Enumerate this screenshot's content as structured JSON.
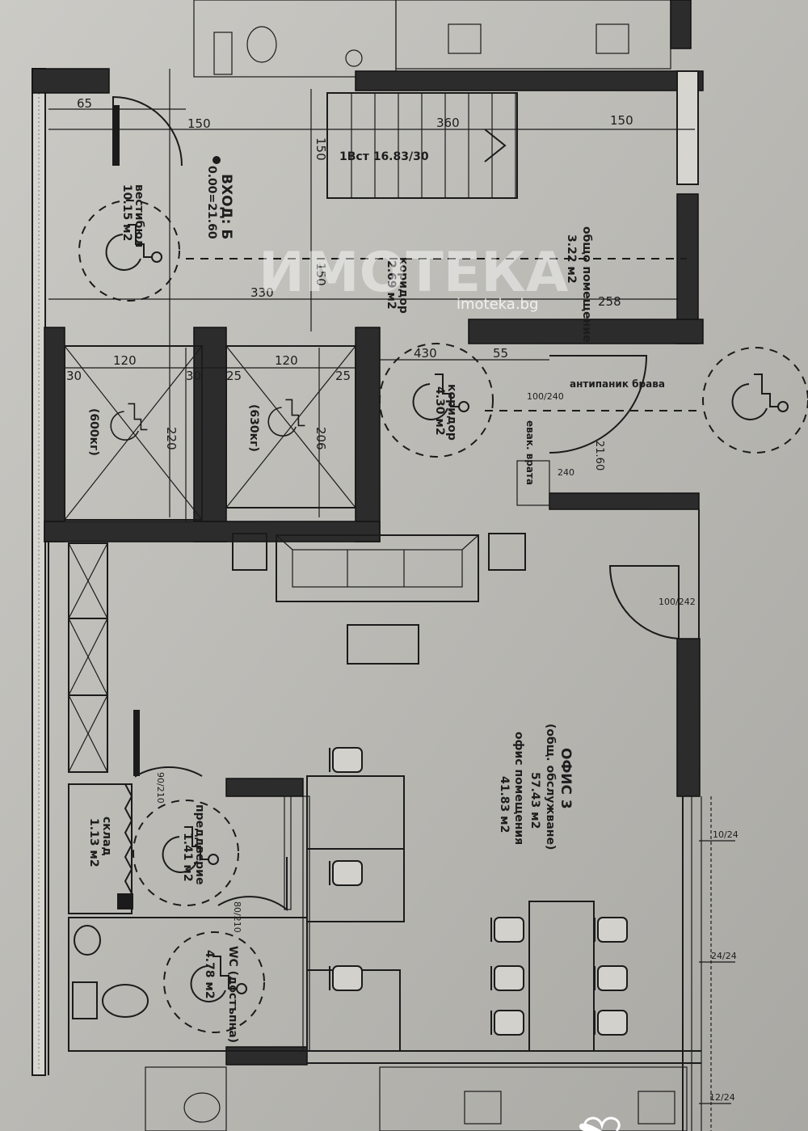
{
  "watermark": {
    "logo": "ИМОТЕКА",
    "site": "imoteka.bg"
  },
  "rooms": {
    "entrance": {
      "name": "ВХОД: Б",
      "level": "0.00=21.60"
    },
    "vestibule": {
      "name": "вестибюл",
      "area": "10.15 м2"
    },
    "stairs": {
      "label": "1Вст 16.83/30"
    },
    "corridor_top": {
      "name": "коридор",
      "area": "2.69 м2"
    },
    "common_room": {
      "name": "общо помещение",
      "area": "3.22 м2"
    },
    "corridor_mid": {
      "name": "коридор",
      "area": "4.30 м2"
    },
    "lift_left": {
      "capacity": "(600кг)"
    },
    "lift_right": {
      "capacity": "(630кг)"
    },
    "antipanic": {
      "label": "антипаник брава"
    },
    "evac_door": {
      "label": "евак. врата"
    },
    "office": {
      "name": "ОФИС 3",
      "subtitle": "(общ. обслужване)",
      "area": "57.43 м2",
      "sub_name": "офис помещения",
      "sub_area": "41.83 м2"
    },
    "storage": {
      "name": "склад",
      "area": "1.13 м2"
    },
    "anteroom": {
      "name": "преддверие",
      "area": "1.41 м2"
    },
    "wc": {
      "name": "WC (достъпна)",
      "area": "4.78 м2"
    }
  },
  "dimensions": {
    "d65": "65",
    "d150a": "150",
    "d360": "360",
    "d150b": "150",
    "d150c": "150",
    "d150d": "150",
    "d330": "330",
    "d258": "258",
    "d120a": "120",
    "d120b": "120",
    "d30a": "30",
    "d30b": "30",
    "d25a": "25",
    "d25b": "25",
    "d220": "220",
    "d206": "206",
    "d430": "430",
    "d55": "55",
    "door_a": "100/240",
    "level": "21.60",
    "d240": "240",
    "door_b": "100/242",
    "door_c": "90/210",
    "door_d": "80/210",
    "win_a": "10/24",
    "win_b": "24/24",
    "win_c": "12/24"
  }
}
